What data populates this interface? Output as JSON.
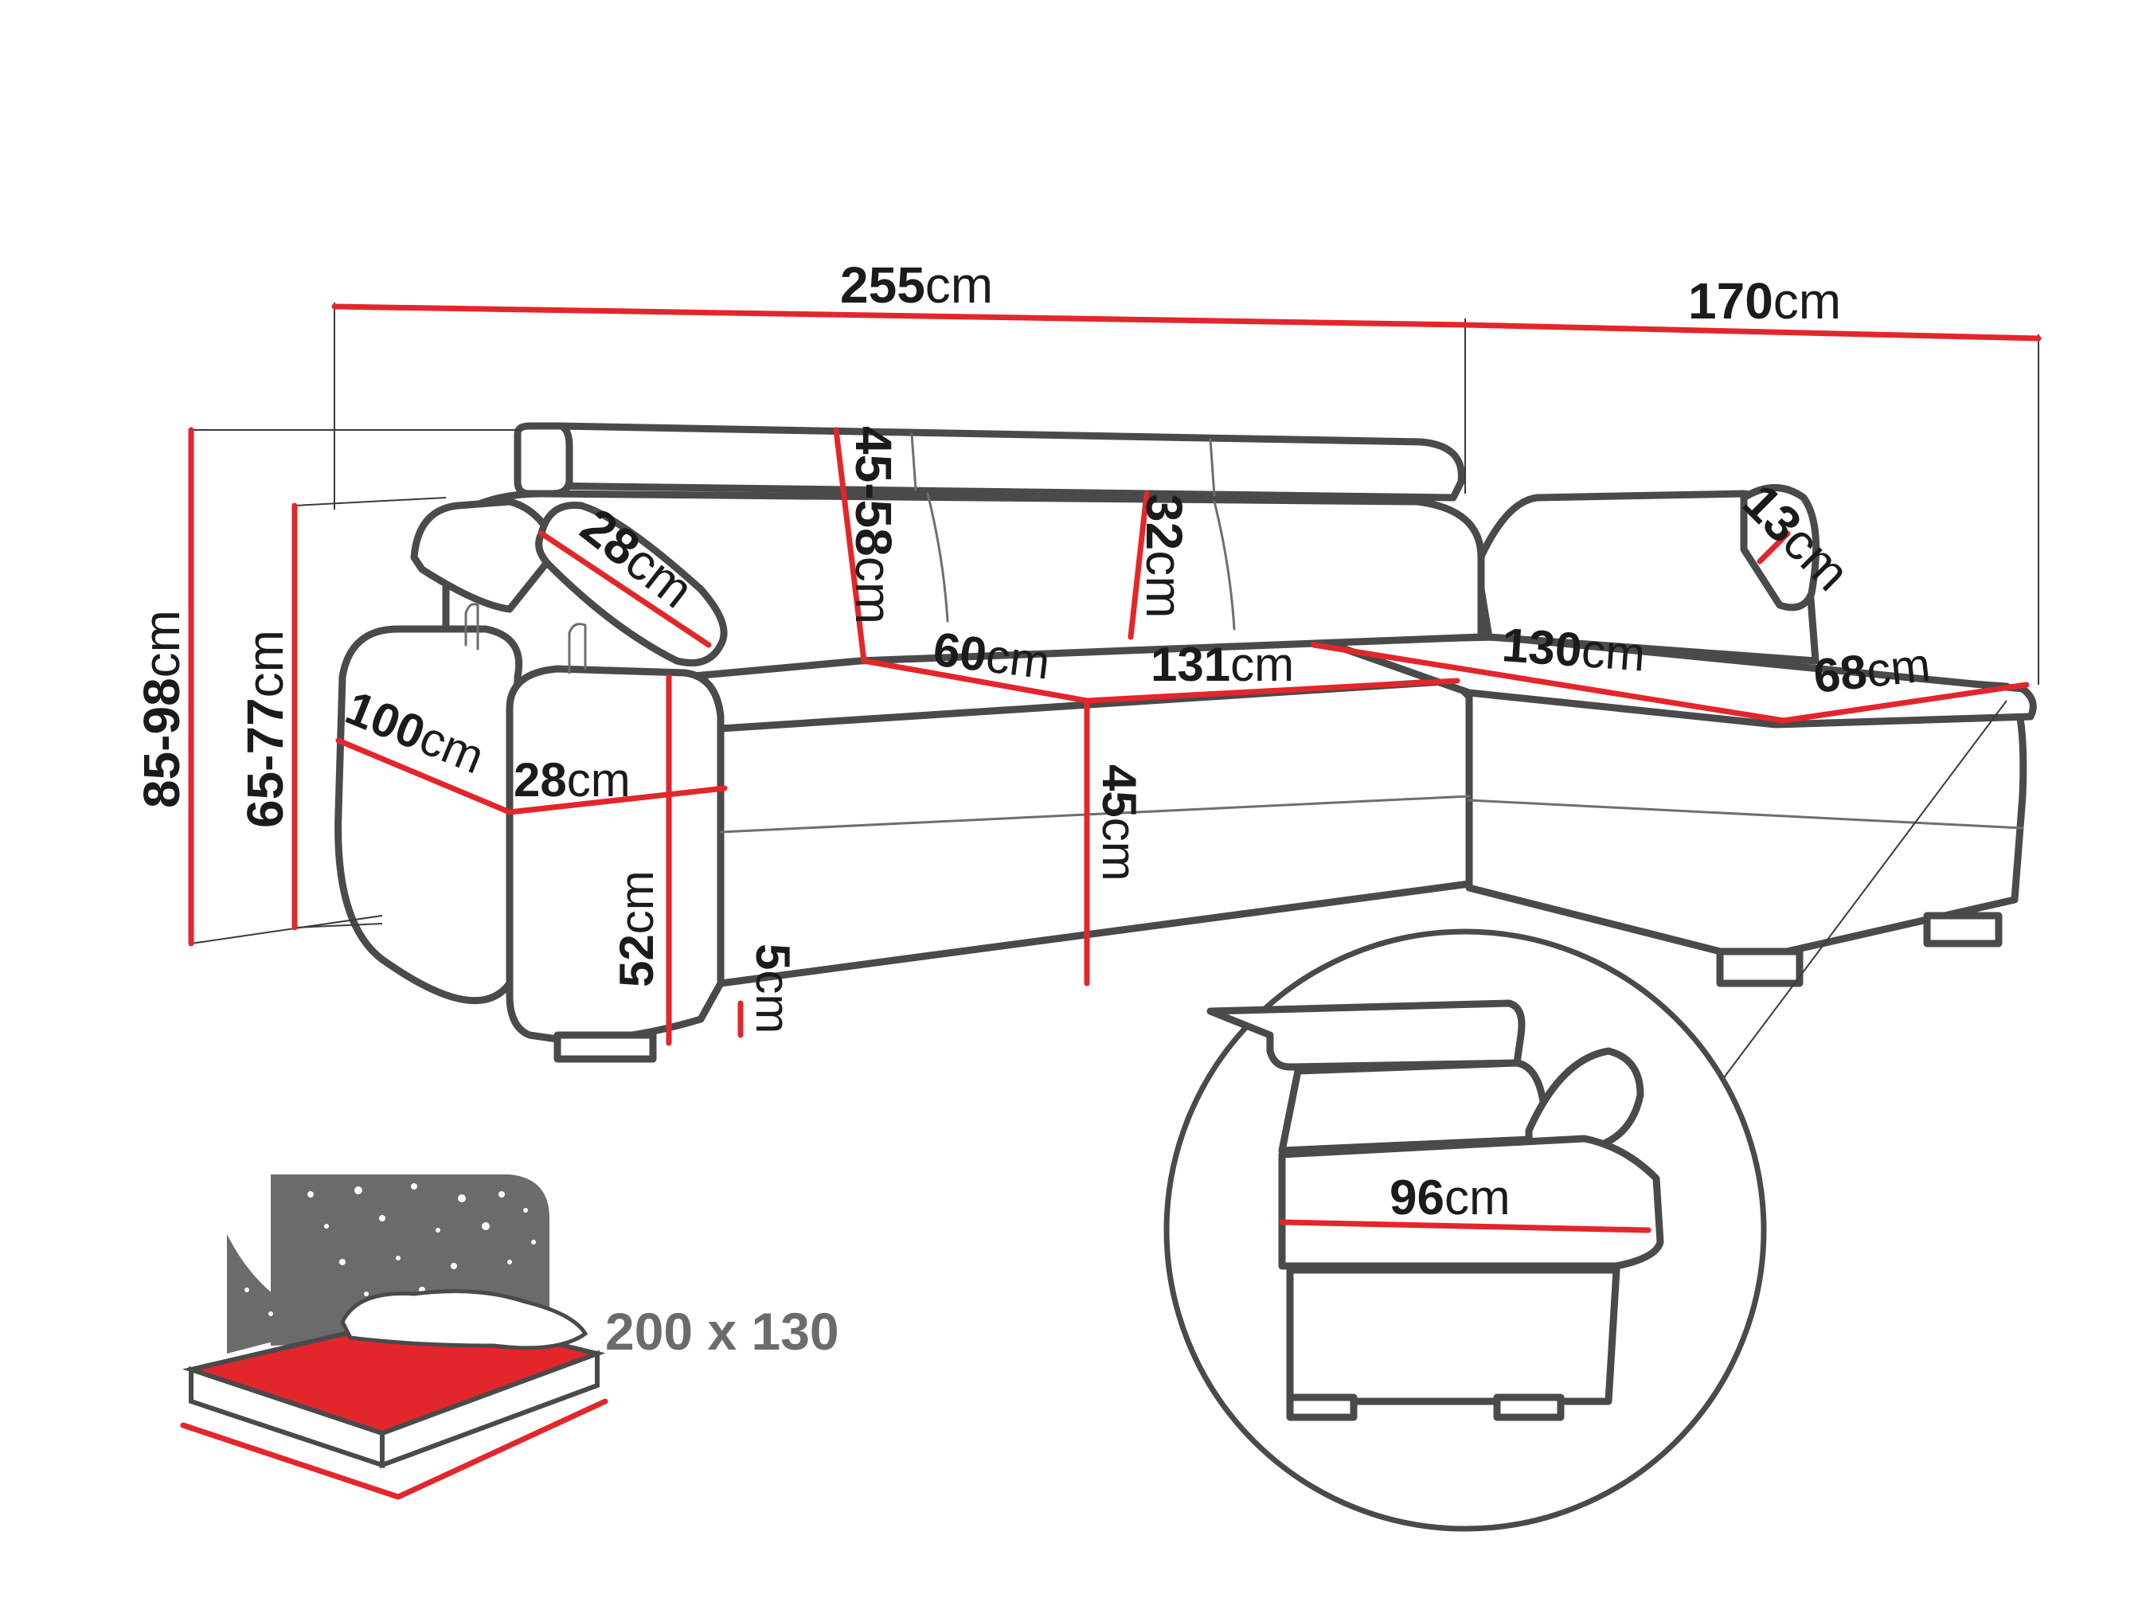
{
  "colors": {
    "dimension_line": "#e3262b",
    "outline": "#4a4a4a",
    "bed_dark": "#6b6b6b",
    "text": "#1b1b1b"
  },
  "dimensions": {
    "total_width": {
      "value": "255",
      "unit": "cm"
    },
    "chaise_width": {
      "value": "170",
      "unit": "cm"
    },
    "total_height": {
      "value": "85-98",
      "unit": "cm"
    },
    "back_height": {
      "value": "65-77",
      "unit": "cm"
    },
    "headrest_left": {
      "value": "28",
      "unit": "cm"
    },
    "headrest_adjust": {
      "value": "45-58",
      "unit": "cm"
    },
    "backrest_height": {
      "value": "32",
      "unit": "cm"
    },
    "headrest_chaise": {
      "value": "13",
      "unit": "cm"
    },
    "seat_depth_60": {
      "value": "60",
      "unit": "cm"
    },
    "seat_width_131": {
      "value": "131",
      "unit": "cm"
    },
    "chaise_length": {
      "value": "130",
      "unit": "cm"
    },
    "chaise_depth": {
      "value": "68",
      "unit": "cm"
    },
    "arm_depth": {
      "value": "100",
      "unit": "cm"
    },
    "arm_width": {
      "value": "28",
      "unit": "cm"
    },
    "seat_height": {
      "value": "45",
      "unit": "cm"
    },
    "arm_height": {
      "value": "52",
      "unit": "cm"
    },
    "leg_height": {
      "value": "5",
      "unit": "cm"
    },
    "detail_width": {
      "value": "96",
      "unit": "cm"
    }
  },
  "bed": {
    "size": "200 x 130"
  }
}
